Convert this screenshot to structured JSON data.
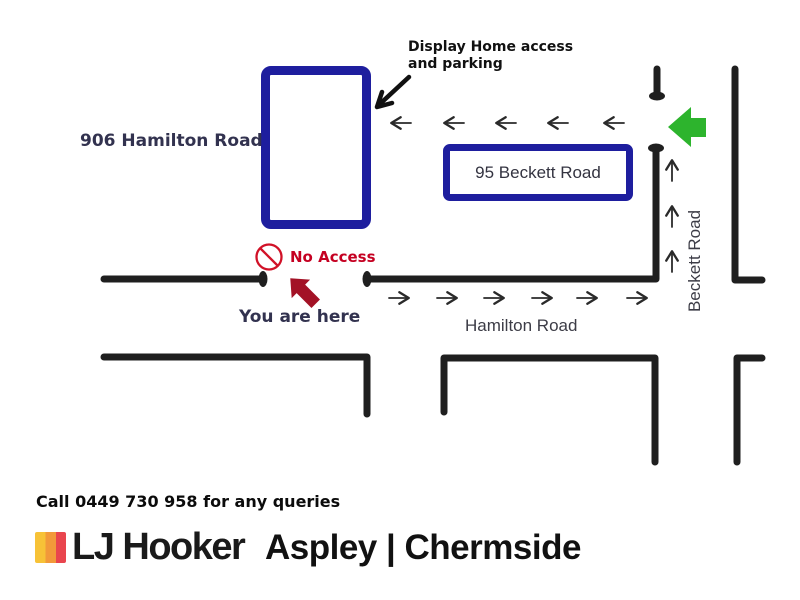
{
  "map": {
    "building_906": {
      "label": "906 Hamilton Road"
    },
    "building_95": {
      "label": "95 Beckett Road"
    },
    "annotation": {
      "line1": "Display Home access",
      "line2": "and parking"
    },
    "no_access": {
      "label": "No Access"
    },
    "you_are_here": {
      "label": "You are here"
    },
    "roads": {
      "hamilton": "Hamilton Road",
      "beckett": "Beckett Road"
    },
    "icons": [
      "no-entry-icon",
      "you-are-here-arrow-icon",
      "green-entry-arrow-icon",
      "parking-square-icon",
      "annotation-arrow-icon",
      "left-arrow-icon",
      "right-arrow-icon",
      "up-arrow-icon"
    ]
  },
  "footer": {
    "call_note": "Call 0449 730 958 for any queries",
    "brand": "LJ Hooker",
    "office": "Aspley | Chermside"
  },
  "colors": {
    "building_outline": "#1e1e9e",
    "road": "#1f1f1f",
    "no_access_red": "#c50021",
    "no_entry_sign_red": "#d11127",
    "you_are_here_arrow": "#a31226",
    "green_arrow": "#2db42d",
    "navy_text": "#32324f",
    "road_label_text": "#3c3c46",
    "brand_yellow": "#f7c237",
    "brand_orange": "#f2993a",
    "brand_red": "#e9454e"
  }
}
